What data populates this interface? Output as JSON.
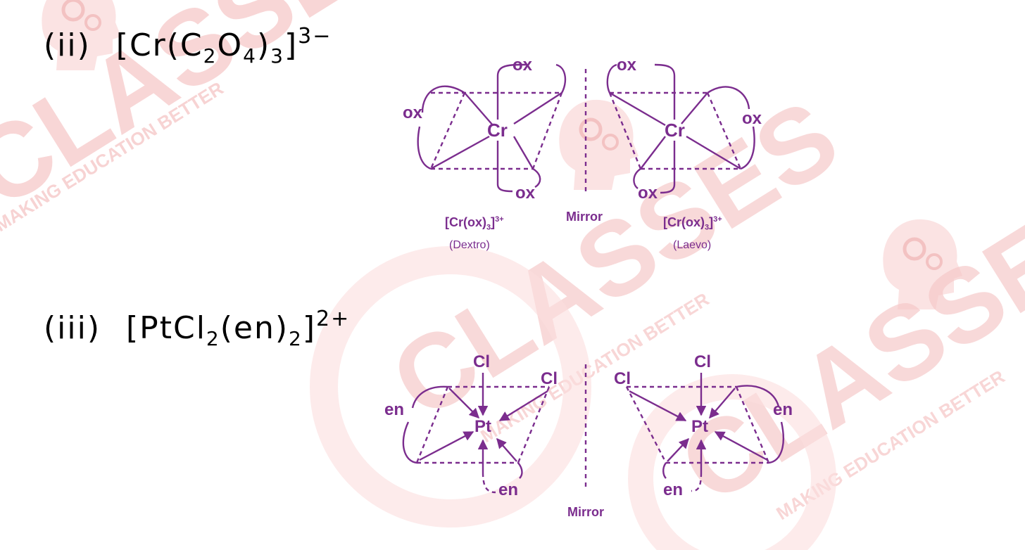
{
  "watermark": {
    "text": "CLASSES",
    "tagline": "MAKING EDUCATION BETTER",
    "icon": "head-with-gears-icon",
    "color": "#f6c9c9"
  },
  "colors": {
    "ink": "#000000",
    "diagram": "#7b2d8e"
  },
  "part_ii": {
    "roman": "(ii)",
    "formula_open": "[Cr(C",
    "sub_a": "2",
    "mid_a": "O",
    "sub_b": "4",
    "mid_b": ")",
    "sub_c": "3",
    "formula_close": "]",
    "charge": "3−",
    "ligand": "ox",
    "metal": "Cr",
    "left_caption": "[Cr(ox)",
    "left_caption_sub": "3",
    "left_caption_close": "]",
    "left_caption_sup": "3+",
    "left_isomer": "(Dextro)",
    "mirror": "Mirror",
    "right_caption": "[Cr(ox)",
    "right_caption_sub": "3",
    "right_caption_close": "]",
    "right_caption_sup": "3+",
    "right_isomer": "(Laevo)"
  },
  "part_iii": {
    "roman": "(iii)",
    "formula_open": "[PtCl",
    "sub_a": "2",
    "mid_a": "(en)",
    "sub_b": "2",
    "formula_close": "]",
    "charge": "2+",
    "ligand_en": "en",
    "ligand_cl": "Cl",
    "metal": "Pt",
    "mirror": "Mirror"
  }
}
